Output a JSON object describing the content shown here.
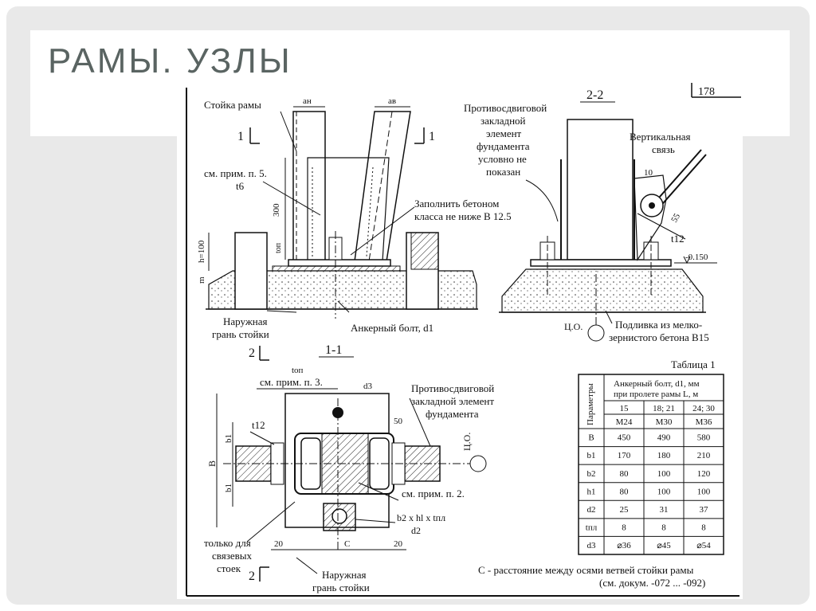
{
  "slide": {
    "title": "РАМЫ. УЗЛЫ"
  },
  "drawing": {
    "sheet_number": "178",
    "upper_left": {
      "label_column": "Стойка рамы",
      "label_plate_note": "см. прим. п. 5.",
      "label_plate_thickness": "t6",
      "dim_a_n": "aн",
      "dim_a_b": "aв",
      "dim_300": "300",
      "dim_h100": "h=100",
      "dim_m": "m",
      "dim_top": "tоп",
      "label_concrete": "Заполнить бетоном",
      "label_concrete_class": "класса не ниже В 12.5",
      "label_outer_face_1": "Наружная",
      "label_outer_face_2": "грань стойки",
      "label_anchor_bolt": "Анкерный болт, d1",
      "section_mark_1": "1",
      "section_mark_1b": "1"
    },
    "section_2_2": {
      "title": "2-2",
      "label_shear_1": "Противосдвиговой",
      "label_shear_2": "закладной",
      "label_shear_3": "элемент",
      "label_shear_4": "фундамента",
      "label_shear_5": "условно не",
      "label_shear_6": "показан",
      "label_brace_1": "Вертикальная",
      "label_brace_2": "связь",
      "dim_10": "10",
      "dim_55": "55",
      "dim_t12": "t12",
      "level": "-0.150",
      "label_co": "Ц.О.",
      "label_grout_1": "Подливка из мелко-",
      "label_grout_2": "зернистого бетона В15"
    },
    "section_1_1": {
      "title": "1-1",
      "mark_2_top": "2",
      "mark_2_bottom": "2",
      "dim_top": "tоп",
      "label_note3": "см. прим. п. 3.",
      "dim_d3": "d3",
      "dim_t12": "t12",
      "dim_50": "50",
      "dim_b1_top": "b1",
      "dim_b1_bottom": "b1",
      "dim_B": "B",
      "label_shear_1": "Противосдвиговой",
      "label_shear_2": "закладной элемент",
      "label_shear_3": "фундамента",
      "label_co": "Ц.О.",
      "label_note2": "см. прим. п. 2.",
      "label_washer_1": "b2 x hl x tпл",
      "label_washer_2": "d2",
      "label_only_1": "только для",
      "label_only_2": "связевых",
      "label_only_3": "стоек",
      "dim_20_left": "20",
      "dim_C": "C",
      "dim_20_right": "20",
      "label_outer_face_1": "Наружная",
      "label_outer_face_2": "грань стойки"
    },
    "table": {
      "caption": "Таблица 1",
      "param_header": "Параметры",
      "bolt_header_1": "Анкерный болт, d1, мм",
      "bolt_header_2": "при пролете рамы L, м",
      "spans": [
        "15",
        "18; 21",
        "24; 30"
      ],
      "sizes": [
        "M24",
        "M30",
        "M36"
      ],
      "rows": [
        {
          "param": "B",
          "values": [
            "450",
            "490",
            "580"
          ]
        },
        {
          "param": "b1",
          "values": [
            "170",
            "180",
            "210"
          ]
        },
        {
          "param": "b2",
          "values": [
            "80",
            "100",
            "120"
          ]
        },
        {
          "param": "h1",
          "values": [
            "80",
            "100",
            "100"
          ]
        },
        {
          "param": "d2",
          "values": [
            "25",
            "31",
            "37"
          ]
        },
        {
          "param": "tпл",
          "values": [
            "8",
            "8",
            "8"
          ]
        },
        {
          "param": "d3",
          "values": [
            "⌀36",
            "⌀45",
            "⌀54"
          ]
        }
      ]
    },
    "footnote_1": "С - расстояние между осями ветвей стойки рамы",
    "footnote_2": "(см. докум. -072 ... -092)"
  }
}
